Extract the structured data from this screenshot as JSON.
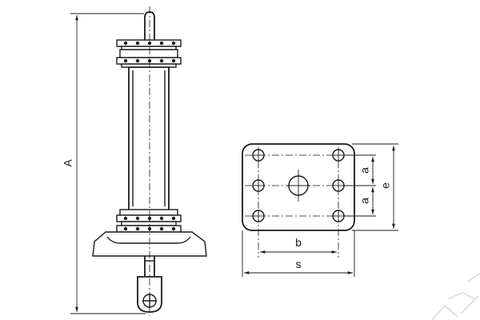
{
  "labels": {
    "height": "A",
    "pitch_upper": "a",
    "pitch_lower": "a",
    "plate_height": "e",
    "hole_spacing": "b",
    "plate_width": "s"
  }
}
